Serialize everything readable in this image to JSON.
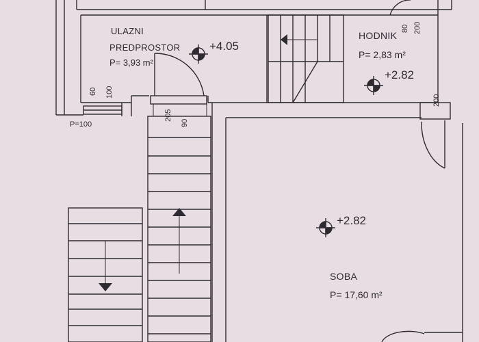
{
  "rooms": {
    "entrance": {
      "name_line1": "ULAZNI",
      "name_line2": "PREDPROSTOR",
      "area": "P= 3,93 m²",
      "elevation": "+4.05"
    },
    "hallway": {
      "name": "HODNIK",
      "area": "P= 2,83 m²",
      "elevation": "+2.82"
    },
    "room": {
      "name": "SOBA",
      "area": "P= 17,60 m²",
      "elevation": "+2.82"
    }
  },
  "dimensions": {
    "sill_left": "P=100",
    "window_left_a": "60",
    "window_left_b": "100",
    "stair_a": "205",
    "stair_b": "90",
    "door_top_a": "80",
    "door_top_b": "200",
    "door_right": "200"
  },
  "colors": {
    "paper": "#e9dde4",
    "ink": "#2e2a31"
  }
}
